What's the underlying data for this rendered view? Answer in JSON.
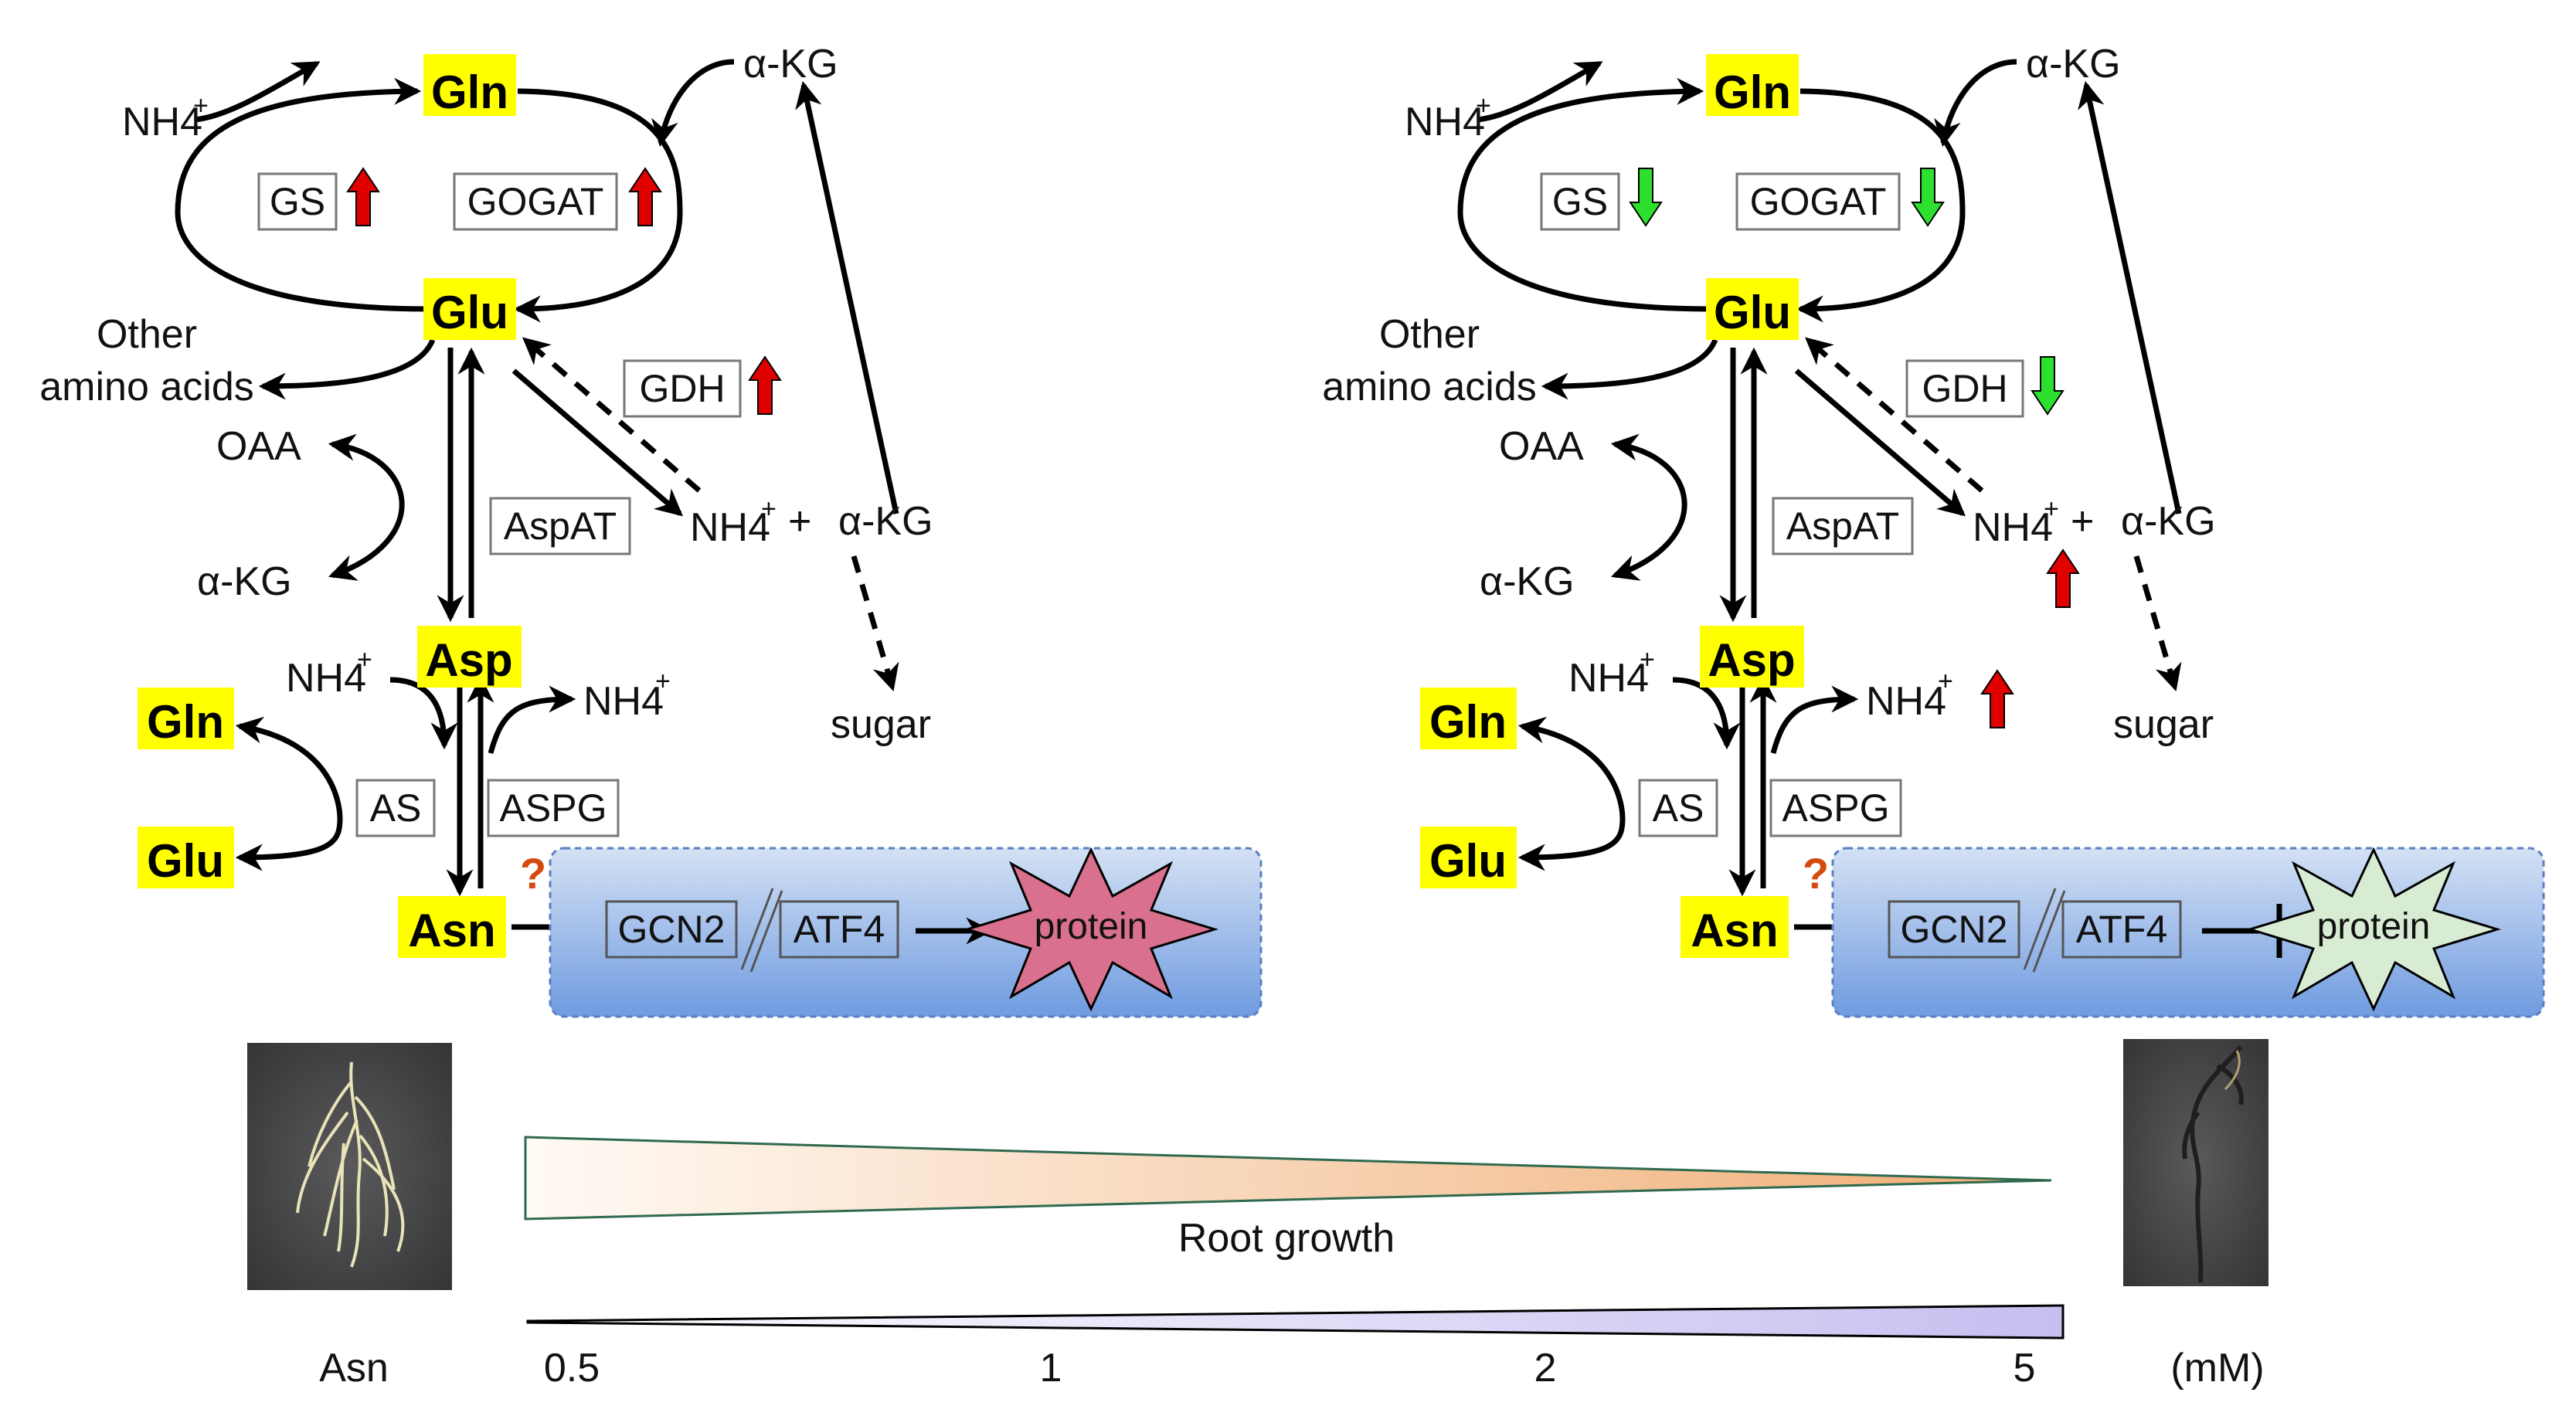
{
  "left_panel": {
    "metabolites": {
      "gln": "Gln",
      "glu": "Glu",
      "asp": "Asp",
      "asn": "Asn",
      "gln_side": "Gln",
      "glu_side": "Glu"
    },
    "labels": {
      "nh4_top": "NH4",
      "akg_top": "α-KG",
      "other_aa_1": "Other",
      "other_aa_2": "amino acids",
      "oaa": "OAA",
      "akg_left": "α-KG",
      "nh4_mid": "NH4",
      "akg_mid": "α-KG",
      "sugar": "sugar",
      "nh4_asp_in": "NH4",
      "nh4_asp_out": "NH4",
      "plus": "+",
      "charge": "+",
      "question": "?"
    },
    "enzymes": {
      "gs": "GS",
      "gogat": "GOGAT",
      "gdh": "GDH",
      "aspat": "AspAT",
      "as": "AS",
      "aspg": "ASPG",
      "gcn2": "GCN2",
      "atf4": "ATF4"
    },
    "protein": "protein",
    "regulation": {
      "gs": "up",
      "gogat": "up",
      "gdh": "up"
    },
    "protein_effect": "activate"
  },
  "right_panel": {
    "metabolites": {
      "gln": "Gln",
      "glu": "Glu",
      "asp": "Asp",
      "asn": "Asn",
      "gln_side": "Gln",
      "glu_side": "Glu"
    },
    "labels": {
      "nh4_top": "NH4",
      "akg_top": "α-KG",
      "other_aa_1": "Other",
      "other_aa_2": "amino acids",
      "oaa": "OAA",
      "akg_left": "α-KG",
      "nh4_mid": "NH4",
      "akg_mid": "α-KG",
      "sugar": "sugar",
      "nh4_asp_in": "NH4",
      "nh4_asp_out": "NH4",
      "plus": "+",
      "charge": "+",
      "question": "?"
    },
    "enzymes": {
      "gs": "GS",
      "gogat": "GOGAT",
      "gdh": "GDH",
      "aspat": "AspAT",
      "as": "AS",
      "aspg": "ASPG",
      "gcn2": "GCN2",
      "atf4": "ATF4"
    },
    "protein": "protein",
    "regulation": {
      "gs": "down",
      "gogat": "down",
      "gdh": "down",
      "nh4_mid": "up",
      "nh4_asp_out": "up"
    },
    "protein_effect": "inhibit"
  },
  "bottom": {
    "root_growth_label": "Root growth",
    "asn_label": "Asn",
    "unit": "(mM)",
    "ticks": [
      "0.5",
      "1",
      "2",
      "5"
    ]
  },
  "colors": {
    "highlight": "#ffff00",
    "up_arrow": "#e00000",
    "down_arrow": "#2ee02e",
    "question": "#d44a0f",
    "box_fill_top": "#c8d8f0",
    "box_fill_bottom": "#6f9be0",
    "protein_left": "#d9708d",
    "protein_right": "#d8ecd4",
    "root_wedge": "#f0b07a",
    "asn_wedge": "#c9c2f0"
  }
}
